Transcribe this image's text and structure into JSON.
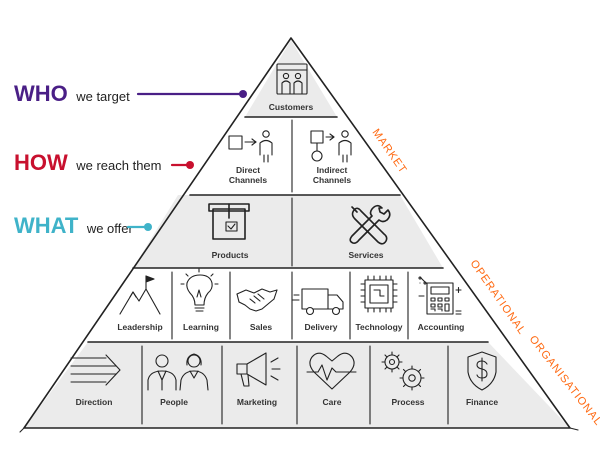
{
  "colors": {
    "who": "#4a1f86",
    "how": "#c8102e",
    "what": "#3fb3c9",
    "side": "#ff6a13",
    "band": "#ebebeb",
    "ink": "#222222"
  },
  "callouts": [
    {
      "big": "WHO",
      "small": "we target"
    },
    {
      "big": "HOW",
      "small": "we reach them"
    },
    {
      "big": "WHAT",
      "small": "we offer"
    }
  ],
  "side_labels": {
    "market": "MARKET",
    "operational": "OPERATIONAL",
    "organisational": "ORGANISATIONAL"
  },
  "tiers": {
    "customers": {
      "label": "Customers",
      "icon": "customers-icon"
    },
    "channels": [
      {
        "label_lines": [
          "Direct",
          "Channels"
        ],
        "icon": "direct-channels-icon"
      },
      {
        "label_lines": [
          "Indirect",
          "Channels"
        ],
        "icon": "indirect-channels-icon"
      }
    ],
    "offer": [
      {
        "label": "Products",
        "icon": "box-icon"
      },
      {
        "label": "Services",
        "icon": "tools-icon"
      }
    ],
    "operational": [
      {
        "label": "Leadership",
        "icon": "mountain-flag-icon"
      },
      {
        "label": "Learning",
        "icon": "lightbulb-icon"
      },
      {
        "label": "Sales",
        "icon": "handshake-icon"
      },
      {
        "label": "Delivery",
        "icon": "truck-icon"
      },
      {
        "label": "Technology",
        "icon": "chip-icon"
      },
      {
        "label": "Accounting",
        "icon": "calculator-icon"
      }
    ],
    "organisational": [
      {
        "label": "Direction",
        "icon": "arrows-icon"
      },
      {
        "label": "People",
        "icon": "people-icon"
      },
      {
        "label": "Marketing",
        "icon": "megaphone-icon"
      },
      {
        "label": "Care",
        "icon": "heart-icon"
      },
      {
        "label": "Process",
        "icon": "gears-icon"
      },
      {
        "label": "Finance",
        "icon": "dollar-shield-icon"
      }
    ]
  }
}
